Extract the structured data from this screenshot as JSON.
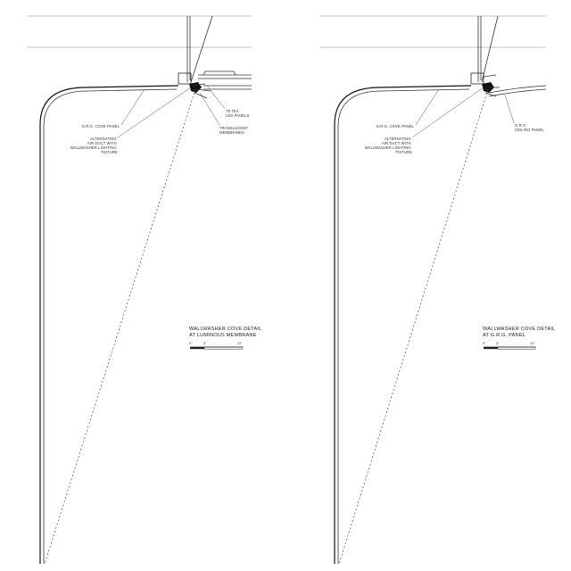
{
  "details": [
    {
      "id": "left",
      "title": [
        "WALLWASHER COVE DETAIL",
        "AT LUMINOUS MEMBRANE"
      ],
      "scale_labels": [
        "0\"",
        "3\"",
        "12\""
      ],
      "labels": {
        "cove_panel": [
          "G.R.G. COVE PANEL"
        ],
        "air_duct": [
          "ALTERNATING",
          "AIR DUCT WITH",
          "WALLWASHER LIGHTING",
          "FIXTURE"
        ],
        "led_panel": [
          "T5 TEA",
          "LED PANELS"
        ],
        "membranes": [
          "TRANSLUCENT",
          "MEMBRANES"
        ]
      }
    },
    {
      "id": "right",
      "title": [
        "WALLWASHER COVE DETAIL",
        "AT G.R.G. PANEL"
      ],
      "scale_labels": [
        "0\"",
        "3\"",
        "12\""
      ],
      "labels": {
        "cove_panel": [
          "G.R.G. COVE PANEL"
        ],
        "air_duct": [
          "ALTERNATING",
          "AIR DUCT WITH",
          "WALLWASHER LIGHTING",
          "FIXTURE"
        ],
        "ceiling_panel": [
          "G.R.G.",
          "CEILING PANEL"
        ]
      }
    }
  ]
}
